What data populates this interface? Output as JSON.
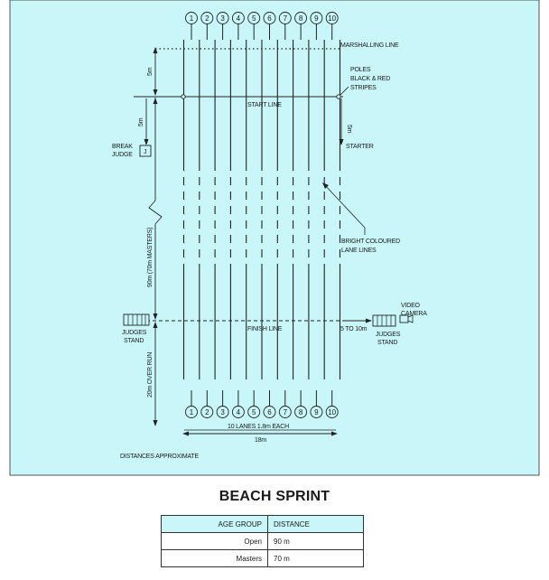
{
  "diagram": {
    "background": "#c9f7f9",
    "lane_numbers": [
      "1",
      "2",
      "3",
      "4",
      "5",
      "6",
      "7",
      "8",
      "9",
      "10"
    ],
    "labels": {
      "marshalling_line": "MARSHALLING LINE",
      "poles_1": "POLES",
      "poles_2": "BLACK & RED",
      "poles_3": "STRIPES",
      "start_line": "START LINE",
      "starter": "STARTER",
      "starter_dist": "5m",
      "top_dist": "5m",
      "break_dist": "5m",
      "break_judge_1": "BREAK",
      "break_judge_2": "JUDGE",
      "judge_box": "J",
      "course_length": "90m (70m MASTERS)",
      "lane_lines_1": "BRIGHT COLOURED",
      "lane_lines_2": "LANE LINES",
      "video_camera_1": "VIDEO",
      "video_camera_2": "CAMERA",
      "finish_line": "FINISH LINE",
      "camera_dist": "5 TO 10m",
      "judges_stand_left_1": "JUDGES",
      "judges_stand_left_2": "STAND",
      "judges_stand_right_1": "JUDGES",
      "judges_stand_right_2": "STAND",
      "over_run": "20m OVER RUN",
      "lane_width": "10 LANES 1.8m EACH",
      "total_width": "18m",
      "distances_note": "DISTANCES APPROXIMATE"
    }
  },
  "title": "BEACH SPRINT",
  "table": {
    "headers": [
      "AGE GROUP",
      "DISTANCE"
    ],
    "rows": [
      [
        "Open",
        "90 m"
      ],
      [
        "Masters",
        "70 m"
      ]
    ]
  }
}
